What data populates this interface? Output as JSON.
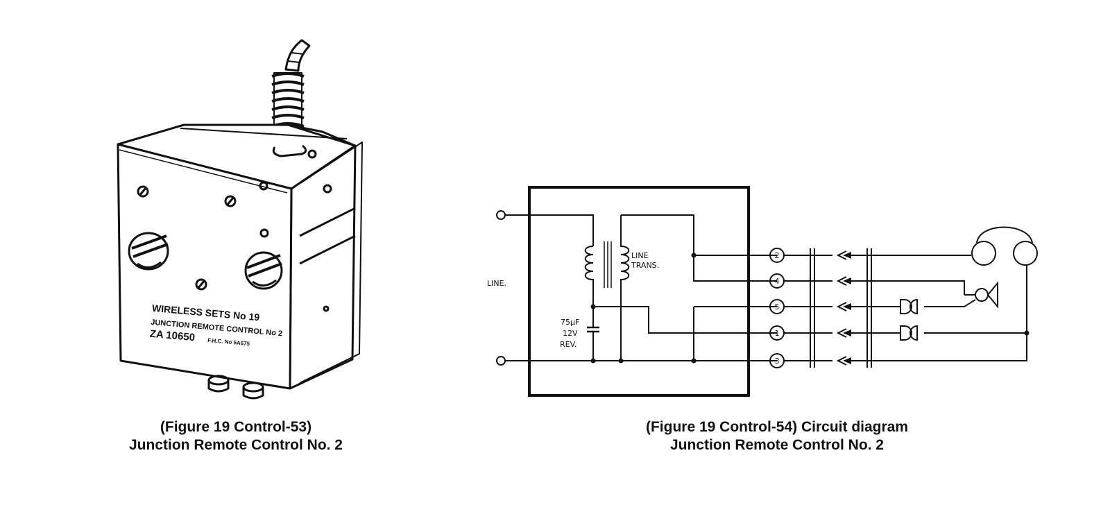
{
  "left_figure": {
    "caption_line1": "(Figure 19 Control-53)",
    "caption_line2": "Junction Remote Control No. 2",
    "label_line1": "WIRELESS SETS No 19",
    "label_line2": "JUNCTION REMOTE CONTROL No 2",
    "label_line3": "ZA 10650",
    "label_line3_small": "F.H.C. No 5A675"
  },
  "right_figure": {
    "caption_line1": "(Figure 19 Control-54) Circuit diagram",
    "caption_line2": "Junction Remote Control No. 2",
    "line_label": "LINE.",
    "transformer_label_1": "LINE",
    "transformer_label_2": "TRANS.",
    "capacitor_label_1": "75µF",
    "capacitor_label_2": "12V",
    "capacitor_label_3": "REV.",
    "terminals": [
      "2",
      "4",
      "5",
      "1",
      "3"
    ]
  },
  "colors": {
    "ink": "#111111",
    "background": "#ffffff"
  }
}
